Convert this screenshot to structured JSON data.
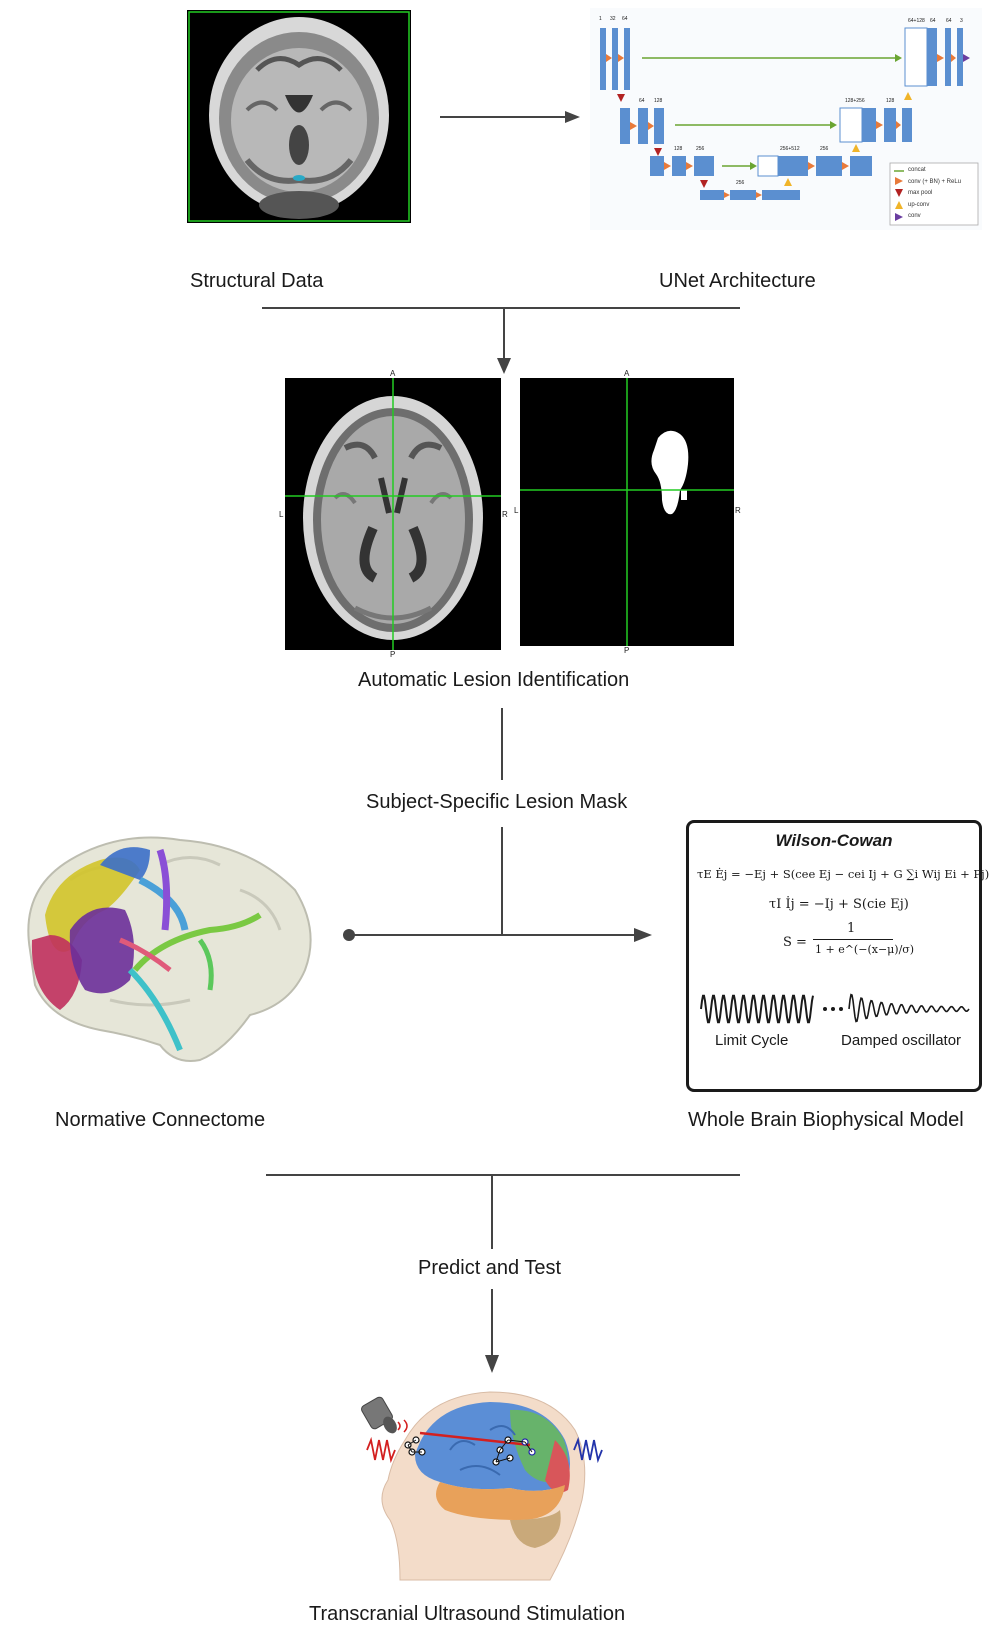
{
  "labels": {
    "structural_data": "Structural Data",
    "unet_architecture": "UNet Architecture",
    "automatic_lesion": "Automatic Lesion Identification",
    "lesion_mask": "Subject-Specific Lesion Mask",
    "normative_connectome": "Normative Connectome",
    "whole_brain_model": "Whole Brain Biophysical Model",
    "predict_test": "Predict and Test",
    "tus": "Transcranial Ultrasound Stimulation"
  },
  "model": {
    "title": "Wilson-Cowan",
    "eq1": "τE Ėj = −Ej + S(cee Ej − cei Ij + G ∑i Wij Ei + Pj)",
    "eq2": "τI İj = −Ij + S(cie Ej)",
    "eq3_lhs": "S =",
    "eq3_num": "1",
    "eq3_den": "1 + e^(−(x−μ)/σ)",
    "limit_cycle": "Limit Cycle",
    "damped": "Damped oscillator"
  },
  "unet": {
    "legend": [
      "concat",
      "conv (+ BN) + ReLu",
      "max pool",
      "up-conv",
      "conv"
    ],
    "sizes_top": [
      "1",
      "32",
      "64"
    ],
    "sizes_top_right": [
      "64+128",
      "64",
      "64",
      "3"
    ],
    "sizes_mid": [
      "64",
      "128"
    ],
    "sizes_mid_right": [
      "128+256",
      "128"
    ],
    "sizes_low": [
      "128",
      "256"
    ],
    "sizes_low_right": [
      "256+512",
      "256"
    ],
    "sizes_bottom": [
      "256"
    ]
  },
  "mri": {
    "letters": [
      "A",
      "L",
      "R",
      "P"
    ]
  },
  "colors": {
    "accent_green": "#22cc22",
    "unet_blue": "#5b8fd0",
    "arrow": "#444444"
  }
}
